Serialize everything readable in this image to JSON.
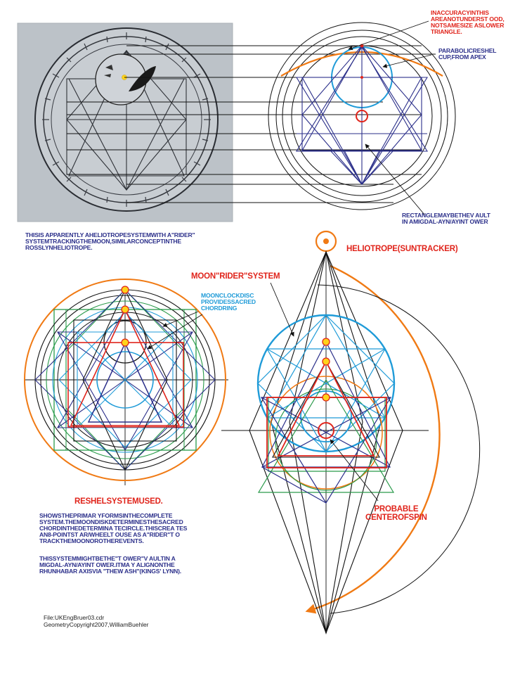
{
  "labels": {
    "inaccuracy": [
      "INACCURACYINTHIS",
      "AREANOTUNDERST OOD,",
      "NOTSAMESIZE  ASLOWER",
      "TRIANGLE."
    ],
    "parabolic": [
      "PARABOLICRESHEL",
      "CUP,FROM  APEX"
    ],
    "rectangle": [
      "RECTANGLEMAYBETHEV  AULT",
      "IN AMIGDAL-AYN/AYINT OWER"
    ],
    "heliotrope_desc": [
      "THISIS APPARENTLY AHELIOTROPESYSTEMWITH   A\"RIDER\"",
      "SYSTEMTRACKINGTHEMOON,SIMILARCONCEPTINTHE",
      "ROSSLYNHELIOTROPE."
    ],
    "heliotrope_title": "HELIOTROPE(SUNTRACKER)",
    "moon_rider": "MOON\"RIDER\"SYSTEM",
    "moon_clock": [
      "MOONCLOCKDISC",
      "PROVIDESSACRED",
      "CHORDRING"
    ],
    "reshel_title": "RESHELSYSTEMUSED.",
    "reshel_desc": [
      "SHOWSTHEPRIMAR  YFORMSINTHECOMPLETE",
      "SYSTEM.THEMOONDISKDETERMINESTHESACRED",
      "CHORDINTHEDETERMINA  TECIRCLE.THISCREA  TES",
      "AN8-POINTST  AR/WHEELT  OUSE  AS A\"RIDER\"T  O",
      "TRACKTHEMOONOROTHEREVENTS."
    ],
    "vault_desc": [
      "THISSYSTEMMIGHTBETHE\"T    OWER\"V AULTIN  A",
      "MIGDAL-AYN/AYINT OWER.ITMA  Y ALIGNONTHE",
      "RHUNHABAR AXISVIA  \"THEW ASH\"(KINGS' LYNN)."
    ],
    "probable": [
      "PROBABLE",
      "CENTEROFSPIN"
    ],
    "credit": [
      "File:UKEngBruer03.cdr",
      "GeometryCopyright2007,WilliamBuehler"
    ]
  },
  "colors": {
    "navy": "#2b2f8a",
    "red": "#e0241b",
    "light_blue": "#1f9bd8",
    "orange": "#f07a14",
    "green": "#2a9a4a",
    "black": "#111111",
    "yellow": "#ffd21a"
  }
}
